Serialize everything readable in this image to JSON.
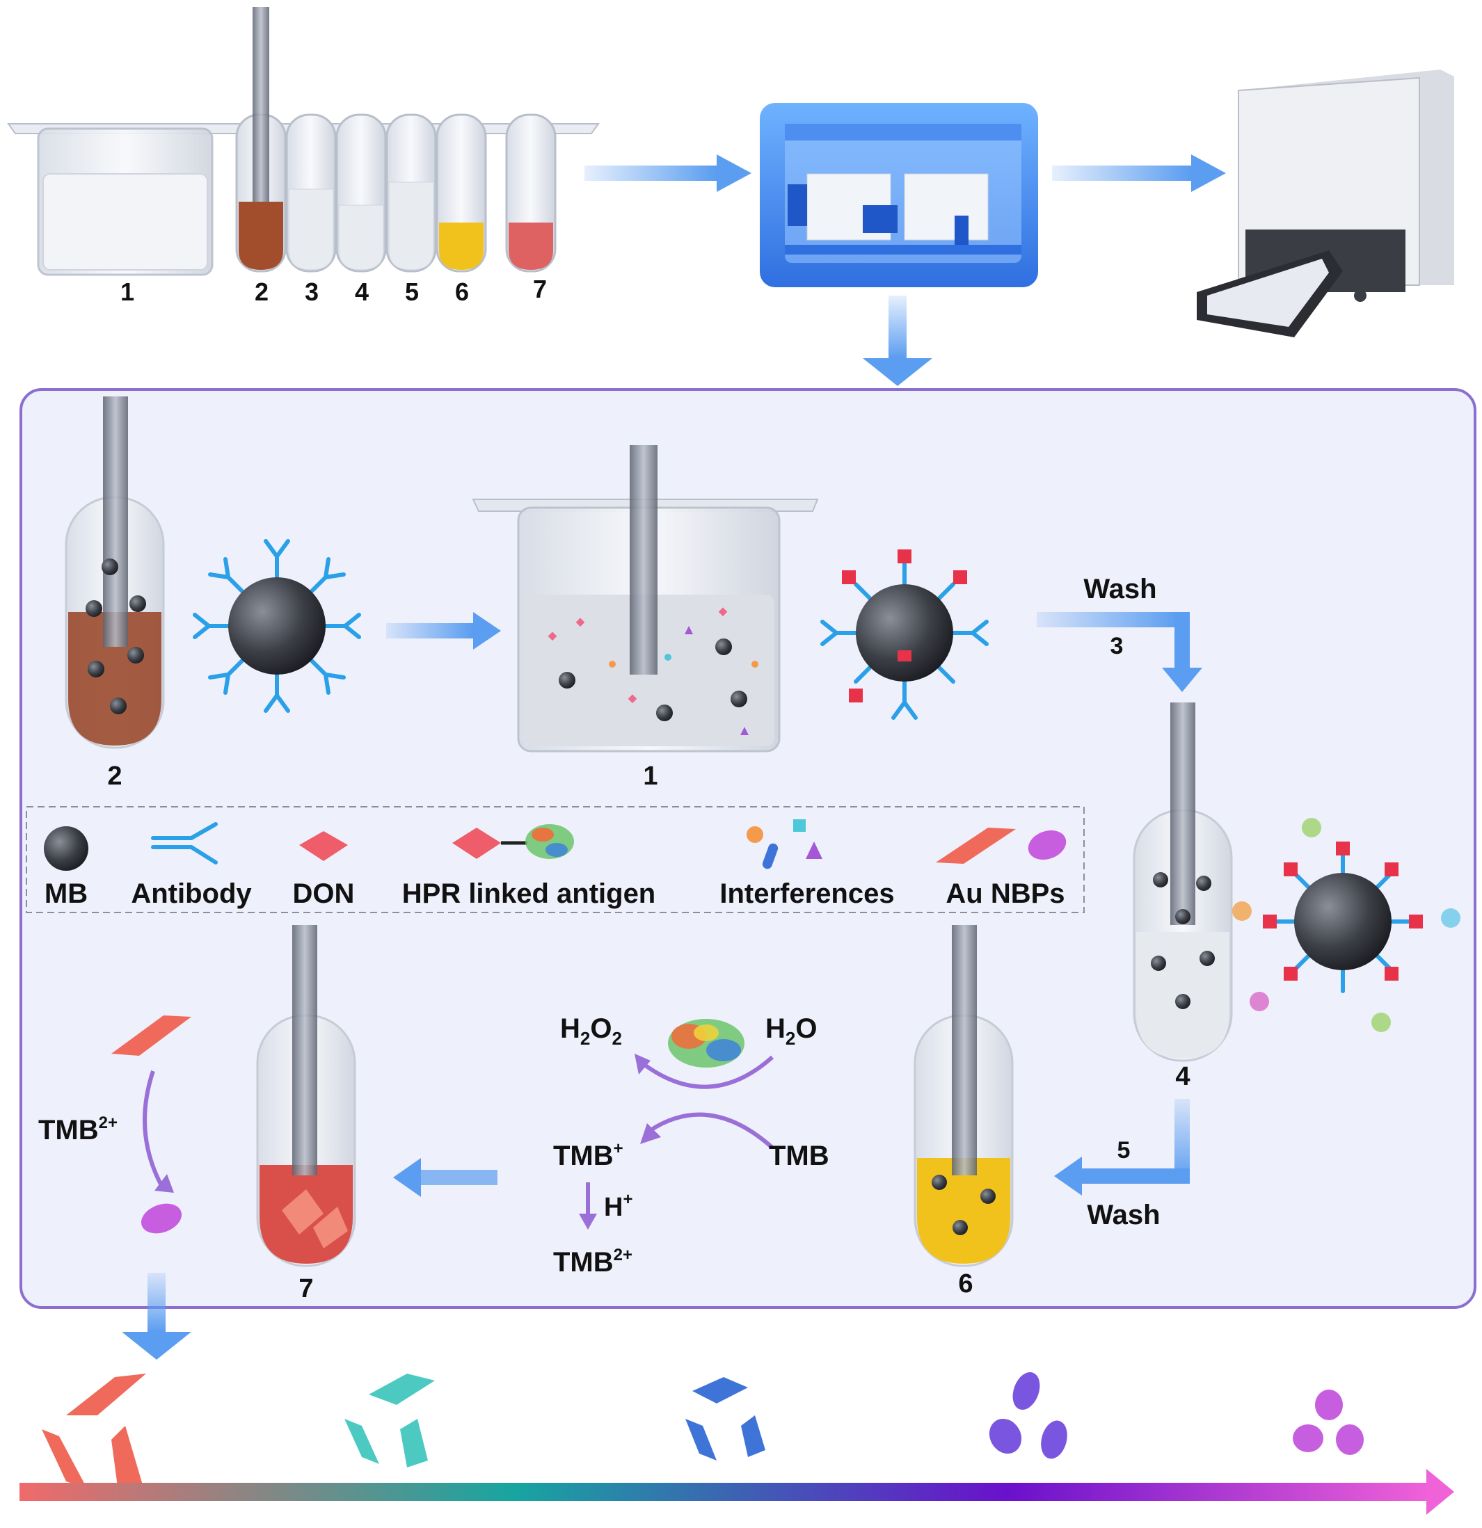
{
  "top_row": {
    "tube_numbers": [
      "1",
      "2",
      "3",
      "4",
      "5",
      "6",
      "7"
    ]
  },
  "panel": {
    "top_left_tube_label": "2",
    "container_label": "1",
    "wash_step_top": {
      "label": "Wash",
      "number": "3"
    },
    "tube_4_label": "4",
    "wash_step_bottom": {
      "label": "Wash",
      "number": "5"
    },
    "tube_6_label": "6",
    "tube_7_label": "7"
  },
  "legend": {
    "mb": "MB",
    "antibody": "Antibody",
    "don": "DON",
    "hrp_antigen": "HPR linked antigen",
    "interferences": "Interferences",
    "au_nbps": "Au NBPs"
  },
  "reaction": {
    "h2o2_main": "H",
    "h2o2_sub1": "2",
    "h2o2_mid": "O",
    "h2o2_sub2": "2",
    "h2o_main": "H",
    "h2o_sub": "2",
    "h2o_end": "O",
    "tmb_plus": "TMB",
    "tmb_plus_sup": "+",
    "tmb": "TMB",
    "h_plus": "H",
    "h_plus_sup": "+",
    "tmb2_bottom": "TMB",
    "tmb2_bottom_sup": "2+",
    "tmb2_left": "TMB",
    "tmb2_left_sup": "2+"
  },
  "colors": {
    "arrow_blue": "#5b9df0",
    "panel_border": "#8b6fd0",
    "panel_fill": "#eef0fb",
    "brown": "#9a4a2e",
    "yellow": "#f2c21c",
    "red": "#d9504a",
    "purple": "#b057d9",
    "coral": "#ef6a5a",
    "teal": "#4ccac2",
    "blue": "#3e74d8",
    "violet": "#7a56e0",
    "magenta": "#c75ee0"
  },
  "gradient_stops": [
    "#f06a6a",
    "#17a5a0",
    "#6a11cb",
    "#f062d8"
  ]
}
